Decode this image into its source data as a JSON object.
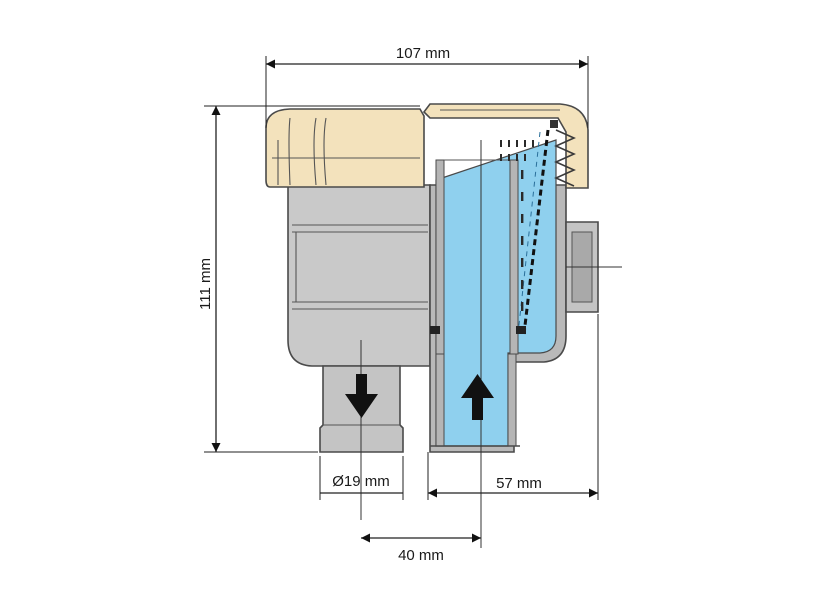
{
  "dimensions": {
    "width_total": "107 mm",
    "height_total": "111 mm",
    "port_diameter": "Ø19 mm",
    "port_spacing": "40 mm",
    "side_offset": "57 mm"
  },
  "flow": {
    "left_port": "arrow-down",
    "right_port": "arrow-up"
  },
  "colors": {
    "lid": "#f3e2bc",
    "body": "#c8c8c8",
    "water": "#8fd0ee",
    "outline": "#4a4a4a"
  }
}
